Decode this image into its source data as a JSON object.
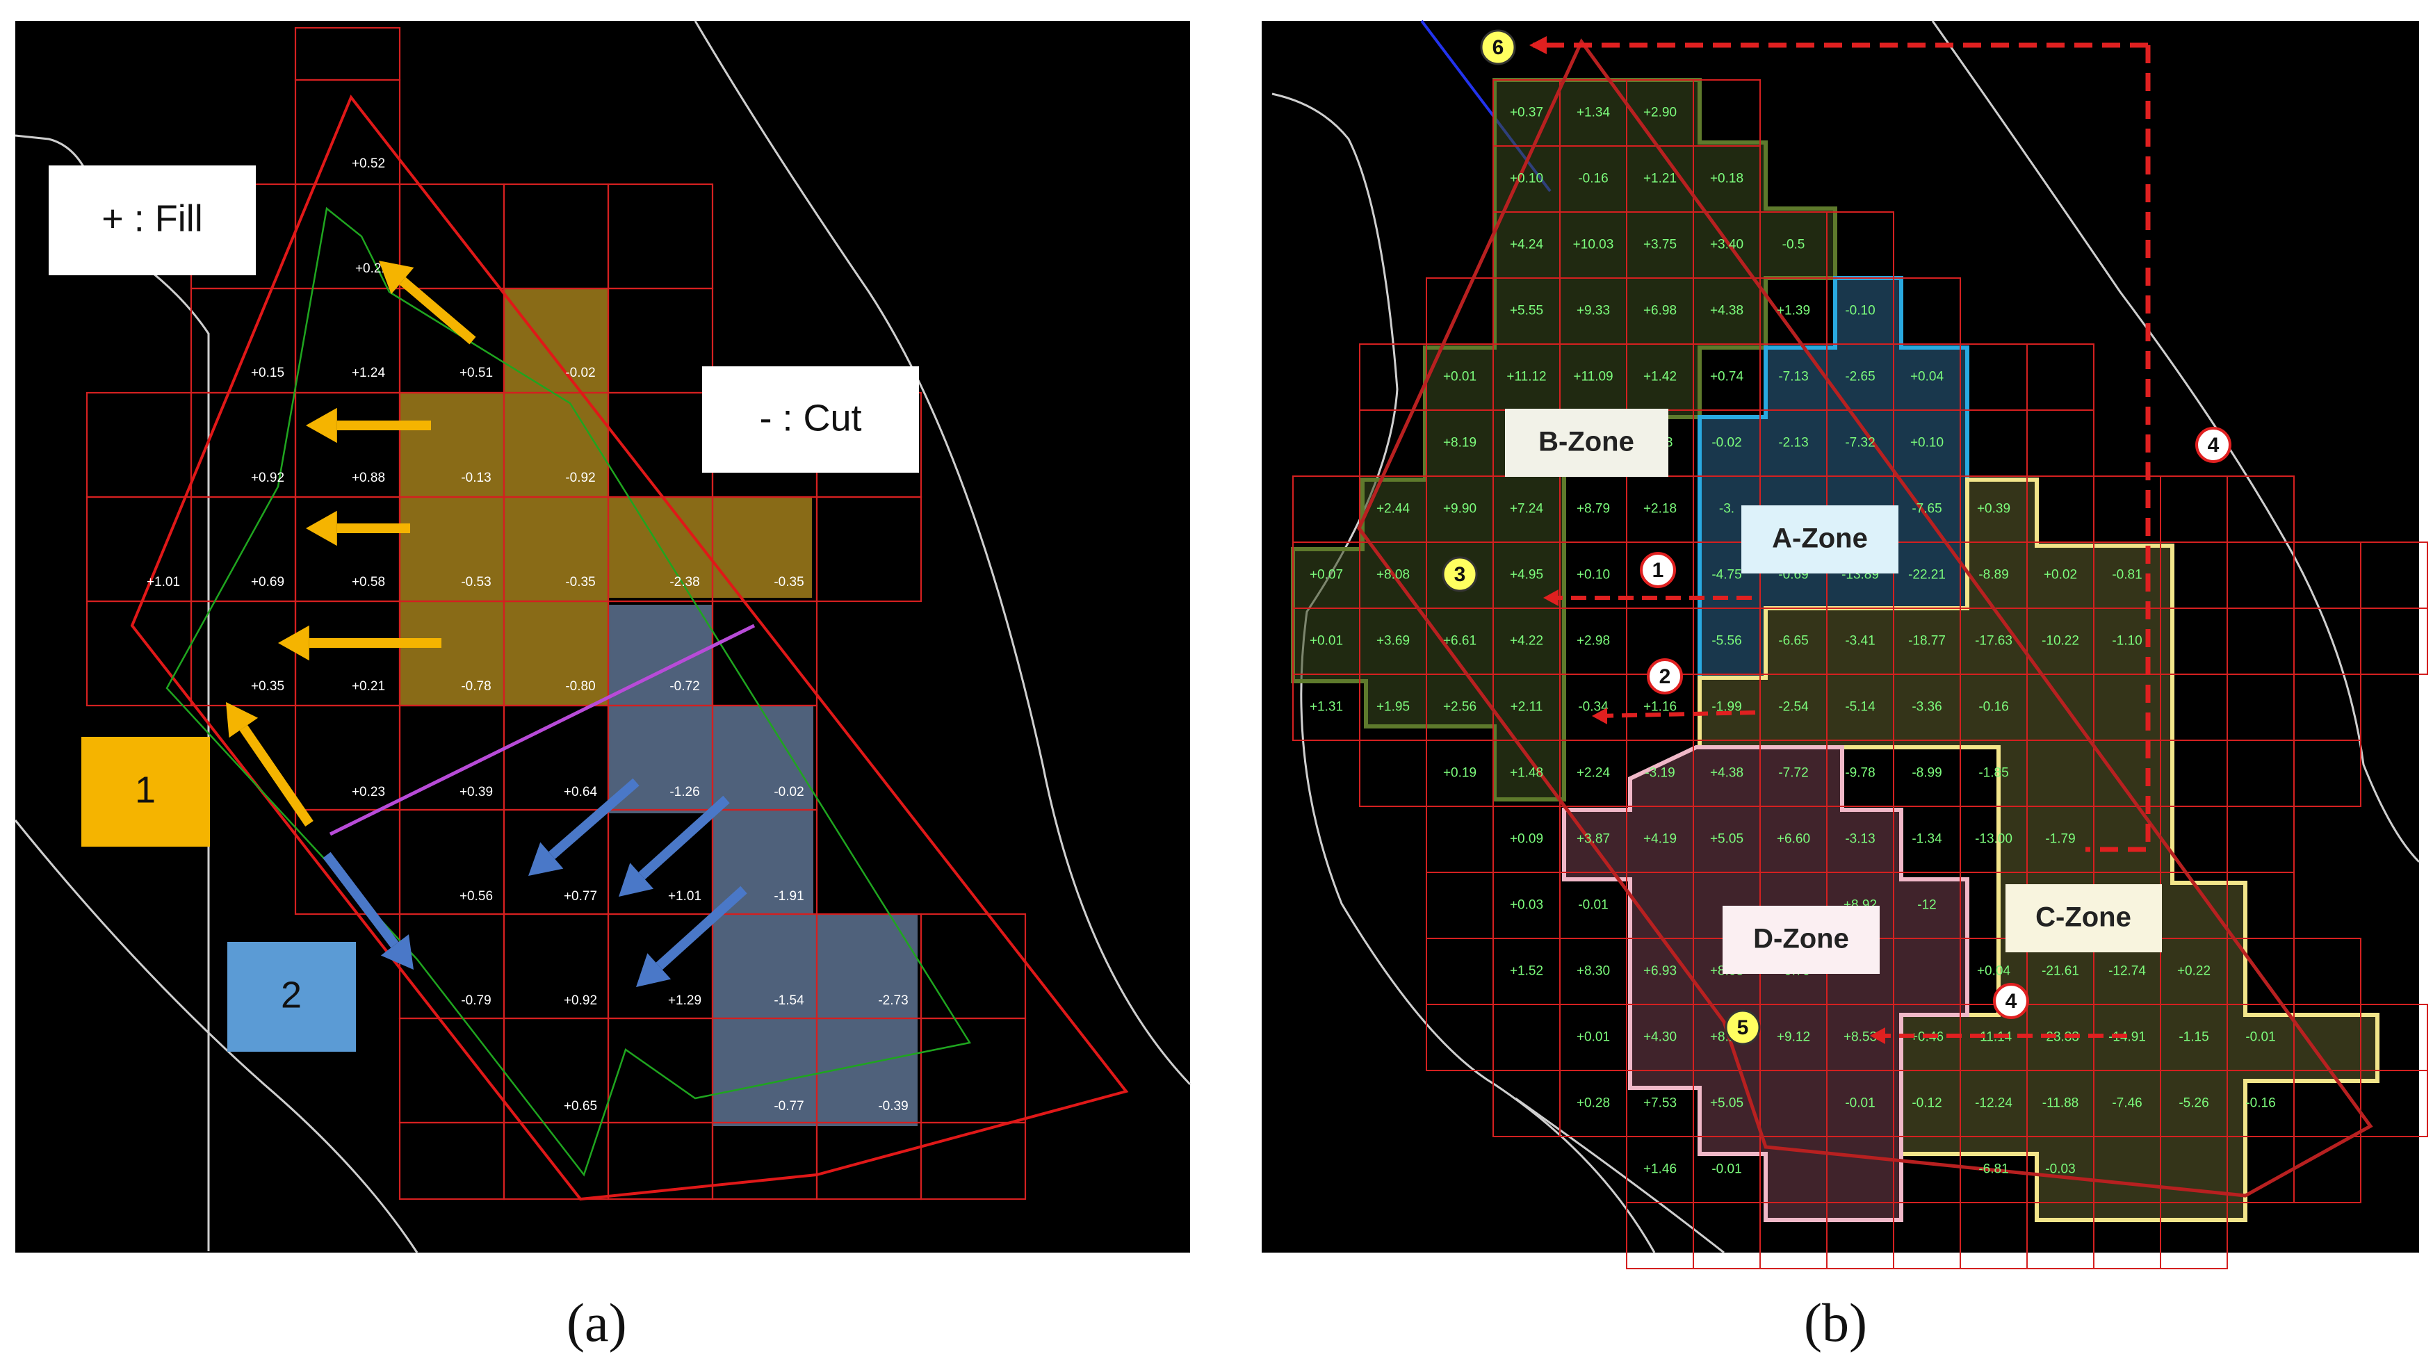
{
  "panel_a": {
    "legend": {
      "fill": "+ : Fill",
      "cut": "- : Cut"
    },
    "steps": [
      {
        "label": "1",
        "color": "#F5B400"
      },
      {
        "label": "2",
        "color": "#5B9BD5"
      }
    ],
    "cells": [
      "+0.52",
      "+0.21",
      "+0.15",
      "+1.24",
      "+0.51",
      "-0.02",
      "+0.92",
      "+0.88",
      "-0.13",
      "-0.92",
      "+1.01",
      "+0.69",
      "+0.58",
      "-0.53",
      "-0.35",
      "-2.38",
      "-0.35",
      "+0.35",
      "+0.21",
      "-0.78",
      "-0.80",
      "-0.72",
      "+0.23",
      "+0.39",
      "+0.64",
      "-1.26",
      "-0.02",
      "+0.56",
      "+0.77",
      "+1.01",
      "-1.91",
      "-0.79",
      "+0.92",
      "+1.29",
      "-1.54",
      "-2.73",
      "+0.65",
      "-0.77",
      "-0.39"
    ],
    "caption": "(a)"
  },
  "panel_b": {
    "zones": {
      "a": "A-Zone",
      "b": "B-Zone",
      "c": "C-Zone",
      "d": "D-Zone"
    },
    "markers": [
      "1",
      "2",
      "3",
      "4",
      "4",
      "5",
      "6"
    ],
    "cells": [
      "+0.37",
      "+1.34",
      "+2.90",
      "+0.10",
      "-0.16",
      "+1.21",
      "+0.18",
      "+4.24",
      "+10.03",
      "+3.75",
      "+3.40",
      "-0.5",
      "+5.55",
      "+9.33",
      "+6.98",
      "+4.38",
      "+1.39",
      "-0.10",
      "+0.01",
      "+11.12",
      "+11.09",
      "+1.42",
      "+0.74",
      "-7.13",
      "-2.65",
      "+0.04",
      "+8.19",
      "2.23",
      "-0.02",
      "-2.13",
      "-7.32",
      "+0.10",
      "+2.44",
      "+9.90",
      "+7.24",
      "+8.79",
      "+2.18",
      "-3.",
      "-7.65",
      "+0.39",
      "+0.07",
      "+8.08",
      "+5.93",
      "+4.95",
      "+0.10",
      "-4.75",
      "-0.69",
      "-13.89",
      "-22.21",
      "-8.89",
      "+0.02",
      "-0.81",
      "+0.01",
      "+3.69",
      "+6.61",
      "+4.22",
      "+2.98",
      "-5.56",
      "-6.65",
      "-3.41",
      "-18.77",
      "-17.63",
      "-10.22",
      "-1.10",
      "+1.31",
      "+1.95",
      "+2.56",
      "+2.11",
      "-0.34",
      "+1.16",
      "-1.99",
      "-2.54",
      "-5.14",
      "-3.36",
      "-0.16",
      "+0.19",
      "+1.48",
      "+2.24",
      "-3.19",
      "+4.38",
      "-7.72",
      "-9.78",
      "-8.99",
      "-1.85",
      "+0.09",
      "+3.87",
      "+4.19",
      "+5.05",
      "+6.60",
      "-3.13",
      "-1.34",
      "-13.00",
      "-1.79",
      "+0.03",
      "-0.01",
      "+8.92",
      "-12",
      "-0.41",
      "+1.52",
      "+8.30",
      "+6.93",
      "+8.08",
      "+9.79",
      "+0.04",
      "-21.61",
      "-12.74",
      "+0.22",
      "+0.01",
      "+4.30",
      "+8.14",
      "+9.12",
      "+8.53",
      "+0.46",
      "-11.14",
      "-23.33",
      "-14.91",
      "-1.15",
      "-0.01",
      "+0.28",
      "+7.53",
      "+5.05",
      "-0.01",
      "-0.12",
      "-12.24",
      "-11.88",
      "-7.46",
      "-5.26",
      "-0.16",
      "+1.46",
      "-0.01",
      "-6.81",
      "-0.03"
    ],
    "caption": "(b)"
  },
  "colors": {
    "background": "#000000",
    "grid": "#D42020",
    "fill_patch": "#9C7A1A",
    "cut_patch": "#5A6E8C",
    "arrow_fill": "#F5B400",
    "arrow_cut": "#4A78C8",
    "zone_a_border": "#29A9E0",
    "zone_b_border": "#5E7A2C",
    "zone_c_border": "#F2E58A",
    "zone_d_border": "#F0B8C8",
    "route": "#E02020",
    "cell_text_b": "#7CFC7C"
  }
}
